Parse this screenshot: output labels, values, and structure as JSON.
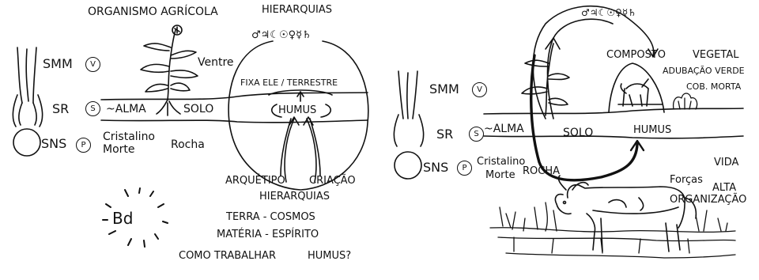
{
  "left": {
    "organismo": "ORGANISMO AGRÍCOLA",
    "hierarquias_top": "HIERARQUIAS",
    "planet_symbols": "♂♃☾☉♀☿♄",
    "smm": "SMM",
    "smm_badge": "V",
    "sr": "SR",
    "sr_badge": "S",
    "sns": "SNS",
    "sns_badge": "P",
    "ventre": "Ventre",
    "alma": "~ALMA",
    "solo": "SOLO",
    "cristalino": "Cristalino",
    "morte": "Morte",
    "rocha": "Rocha",
    "fixa": "FIXA ELE / TERRESTRE",
    "humus": "HUMUS",
    "arquetipo": "ARQUÉTIPO",
    "criacao": "CRIAÇÃO",
    "hierarquias_bottom": "HIERARQUIAS",
    "bd": "Bd",
    "terra_cosmos": "TERRA - COSMOS",
    "materia_espirito": "MATÉRIA - ESPÍRITO",
    "como_trabalhar": "COMO TRABALHAR",
    "humus_q": "HUMUS?"
  },
  "right": {
    "planet_symbols": "♂♃☾☉♀☿♄",
    "smm": "SMM",
    "smm_badge": "V",
    "sr": "SR",
    "sr_badge": "S",
    "sns": "SNS",
    "sns_badge": "P",
    "alma": "~ALMA",
    "solo": "SOLO",
    "composto": "COMPOSTO",
    "vegetal": "VEGETAL",
    "adubacao": "ADUBAÇÃO VERDE",
    "cob_morta": "COB. MORTA",
    "humus": "HUMUS",
    "cristalino": "Cristalino",
    "morte": "Morte",
    "rocha": "ROCHA",
    "vida": "VIDA",
    "forcas": "Forças",
    "alta": "ALTA",
    "organizacao": "ORGANIZAÇÃO"
  }
}
